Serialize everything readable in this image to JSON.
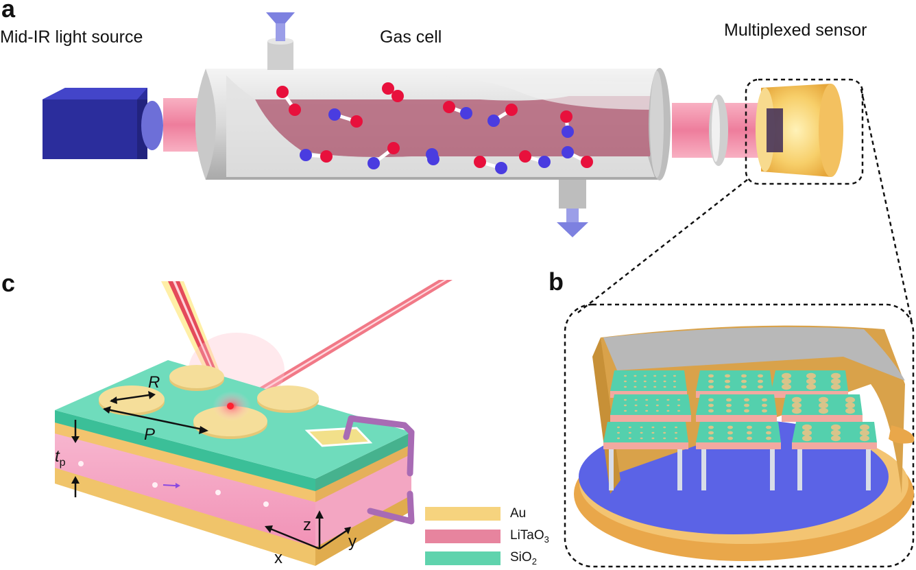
{
  "panels": {
    "a": "a",
    "b": "b",
    "c": "c"
  },
  "labels": {
    "light_source": "Mid-IR light source",
    "gas_cell": "Gas cell",
    "sensor": "Multiplexed sensor"
  },
  "symbols": {
    "R": "R",
    "P": "P",
    "t": "t",
    "t_sub": "p",
    "x": "x",
    "y": "y",
    "z": "z"
  },
  "legend": [
    {
      "label": "Au",
      "color": "#f6d37e"
    },
    {
      "label": "LiTaO",
      "sub": "3",
      "color": "#e7849e"
    },
    {
      "label": "SiO",
      "sub": "2",
      "color": "#5fd3ad"
    }
  ],
  "colors": {
    "laser": "#f04a78",
    "molecule_o": "#e8103c",
    "molecule_n": "#4a3ce0",
    "source_box": "#2c2ea8",
    "gold": "#e9a74a",
    "substrate": "#5b63e6"
  }
}
